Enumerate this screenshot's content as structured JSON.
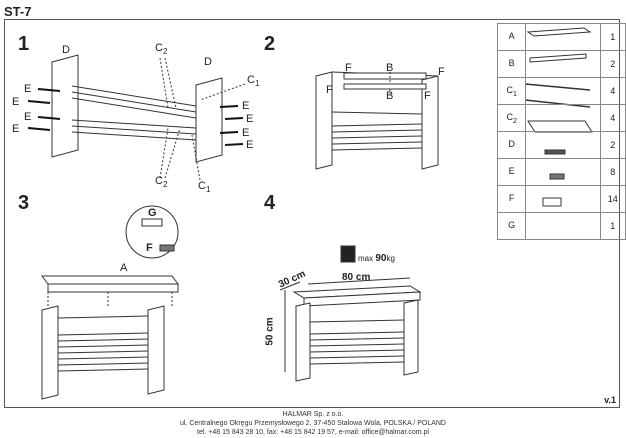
{
  "title": "ST-7",
  "steps": [
    "1",
    "2",
    "3",
    "4"
  ],
  "step1": {
    "label_d": "D",
    "label_c2": "C",
    "sub_2": "2",
    "label_c1": "C",
    "sub_1": "1",
    "label_e": "E"
  },
  "step2": {
    "label_f": "F",
    "label_b": "B"
  },
  "step3": {
    "label_g": "G",
    "label_f": "F",
    "label_a": "A"
  },
  "step4": {
    "depth": "30 cm",
    "width": "80 cm",
    "height": "50 cm",
    "max_label": "max",
    "max_value": "90",
    "max_unit": "kg"
  },
  "parts": [
    {
      "code": "A",
      "sub": "",
      "qty": "1"
    },
    {
      "code": "B",
      "sub": "",
      "qty": "2"
    },
    {
      "code": "C",
      "sub": "1",
      "qty": "4"
    },
    {
      "code": "C",
      "sub": "2",
      "qty": "4"
    },
    {
      "code": "D",
      "sub": "",
      "qty": "2"
    },
    {
      "code": "E",
      "sub": "",
      "qty": "8"
    },
    {
      "code": "F",
      "sub": "",
      "qty": "14"
    },
    {
      "code": "G",
      "sub": "",
      "qty": "1"
    }
  ],
  "version": "v.1",
  "footer": {
    "line1": "HALMAR Sp. z o.o.",
    "line2": "ul. Centralnego Okręgu Przemysłowego 2, 37-450 Stalowa Wola, POLSKA / POLAND",
    "line3": "tel. +48 15 843 28 10, fax: +48 15 842 19 57, e-mail: office@halmar.com.pl"
  }
}
